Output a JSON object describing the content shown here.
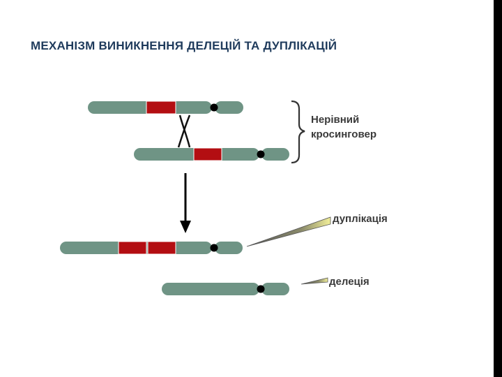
{
  "slide": {
    "title": "МЕХАНІЗМ ВИНИКНЕННЯ ДЕЛЕЦІЙ ТА ДУПЛІКАЦІЙ"
  },
  "labels": {
    "crossover_line1": "Нерівний",
    "crossover_line2": "кросинговер",
    "duplication": "дуплікація",
    "deletion": "делеція"
  },
  "colors": {
    "chromosome": "#6f9485",
    "segment": "#b30e12",
    "centromere": "#000000",
    "title": "#1f3b5c",
    "accent_bar": "#3d5f86",
    "side_bar": "#000000"
  }
}
